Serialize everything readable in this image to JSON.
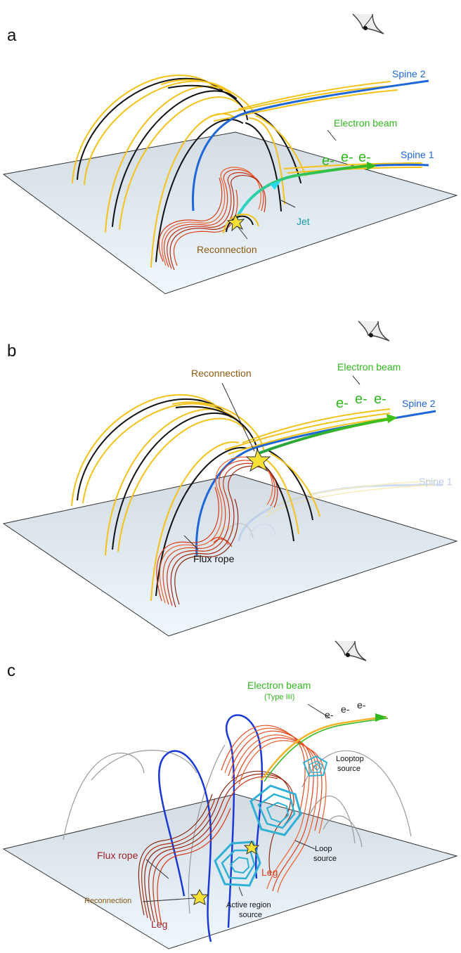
{
  "colors": {
    "plane_top": "#d5dde5",
    "plane_bottom": "#eef7fd",
    "field_yellow": "#f3c21b",
    "field_black": "#111111",
    "spine_blue": "#1f66d6",
    "beam_green": "#31b81f",
    "jet_cyan": "#29d6e6",
    "rope_red": "#e0421b",
    "rope_dark": "#8a2a14",
    "reconnection_text": "#8a5a12",
    "source_cyan": "#2fb0d4",
    "loop_blue": "#1a38d6"
  },
  "icons": [
    "eye-icon",
    "star-icon"
  ],
  "panels": [
    {
      "id": "a",
      "letter": "a",
      "labels": {
        "spine2": "Spine 2",
        "beam": "Electron beam",
        "electrons": [
          "e-",
          "e-",
          "e-"
        ],
        "spine1": "Spine 1",
        "jet": "Jet",
        "reconnection": "Reconnection"
      }
    },
    {
      "id": "b",
      "letter": "b",
      "labels": {
        "reconnection": "Reconnection",
        "beam": "Electron beam",
        "electrons": [
          "e-",
          "e-",
          "e-"
        ],
        "spine2": "Spine 2",
        "spine1": "Spine 1",
        "flux_rope": "Flux rope"
      }
    },
    {
      "id": "c",
      "letter": "c",
      "labels": {
        "beam": "Electron beam",
        "beam_sub": "(Type III)",
        "electrons": [
          "e-",
          "e-",
          "e-"
        ],
        "looptop_1": "Looptop",
        "looptop_2": "source",
        "loop_1": "Loop",
        "loop_2": "source",
        "flux_rope": "Flux rope",
        "reconnection": "Reconnection",
        "leg_left": "Leg",
        "leg_right": "Leg",
        "active_1": "Active region",
        "active_2": "source"
      }
    }
  ]
}
